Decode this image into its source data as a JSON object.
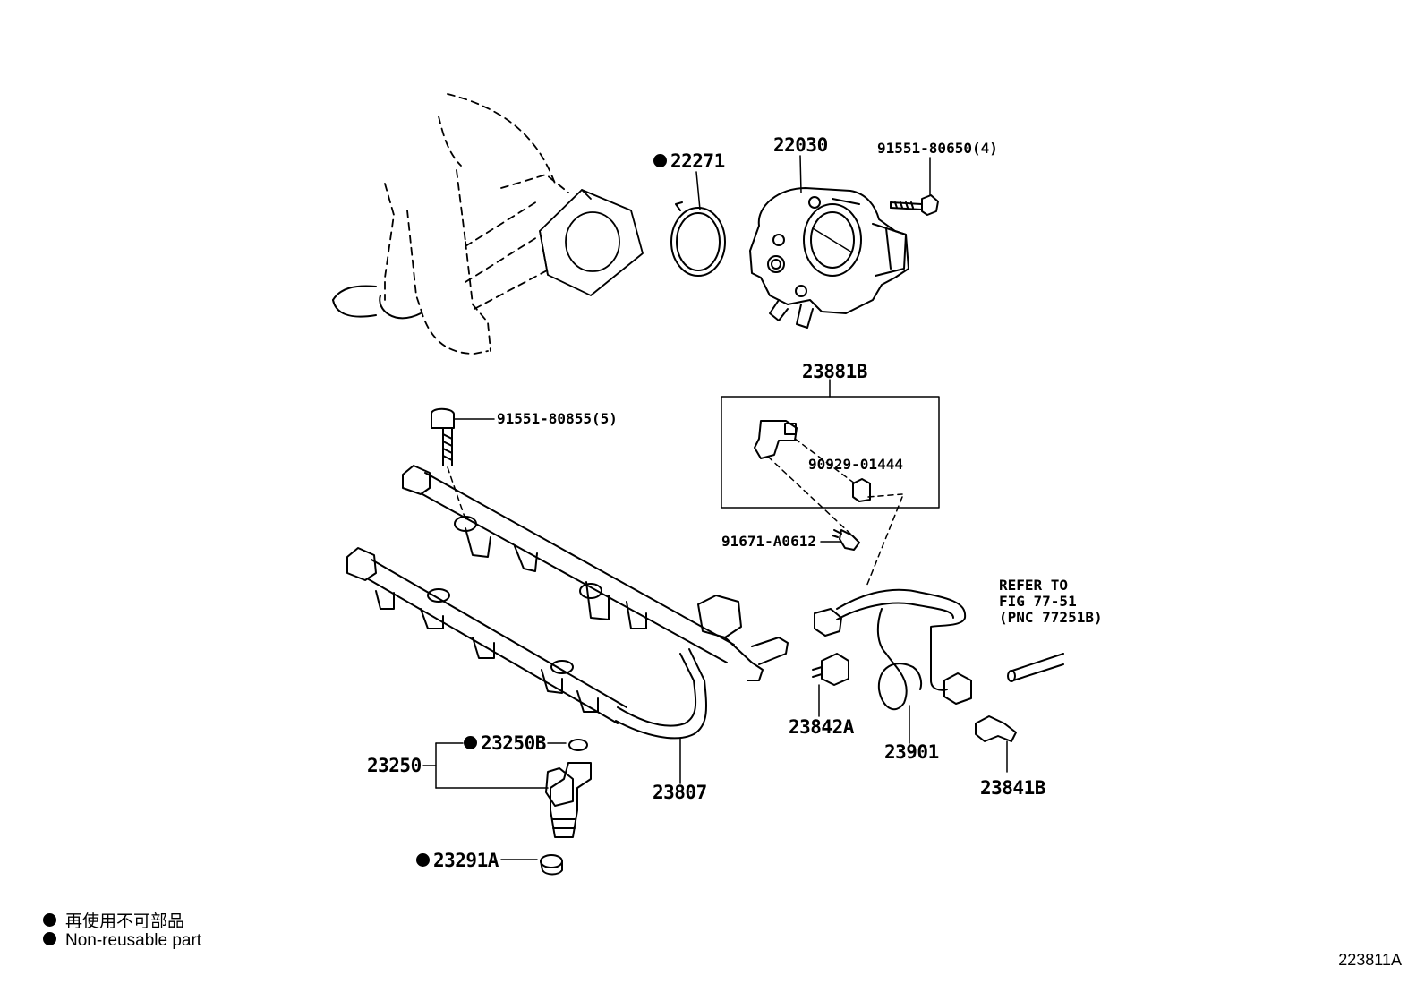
{
  "parts": {
    "p22271": "22271",
    "p22030": "22030",
    "p91551_80650": "91551-80650(4)",
    "p23881B": "23881B",
    "p91551_80855": "91551-80855(5)",
    "p90929_01444": "90929-01444",
    "p91671_A0612": "91671-A0612",
    "p23842A": "23842A",
    "p23901": "23901",
    "p23841B": "23841B",
    "p23250": "23250",
    "p23250B": "23250B",
    "p23807": "23807",
    "p23291A": "23291A"
  },
  "refer": {
    "line1": "REFER TO",
    "line2": "FIG 77-51",
    "line3": "(PNC 77251B)"
  },
  "legend": {
    "japanese": "再使用不可部品",
    "english": "Non-reusable part"
  },
  "figure_number": "223811A"
}
